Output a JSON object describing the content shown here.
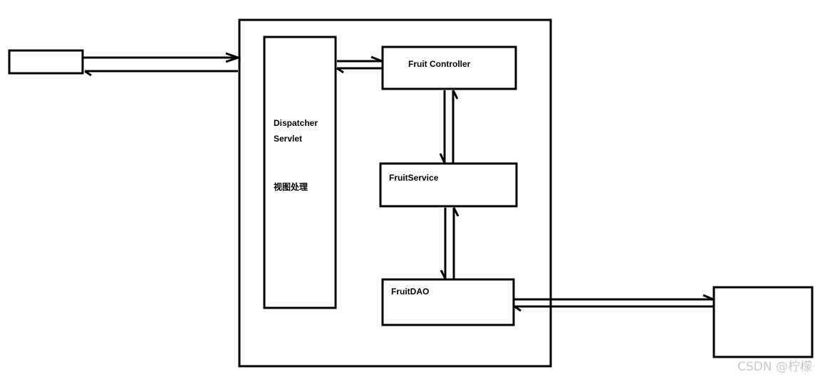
{
  "labels": {
    "controller": "Fruit Controller",
    "service": "FruitService",
    "dao": "FruitDAO",
    "dispatcher_line1": "Dispatcher",
    "dispatcher_line2": "Servlet",
    "dispatcher_note": "视图处理"
  },
  "watermark": "CSDN @柠檬",
  "colors": {
    "stroke": "#000000",
    "background": "#ffffff",
    "watermark": "#c8c8c8"
  }
}
